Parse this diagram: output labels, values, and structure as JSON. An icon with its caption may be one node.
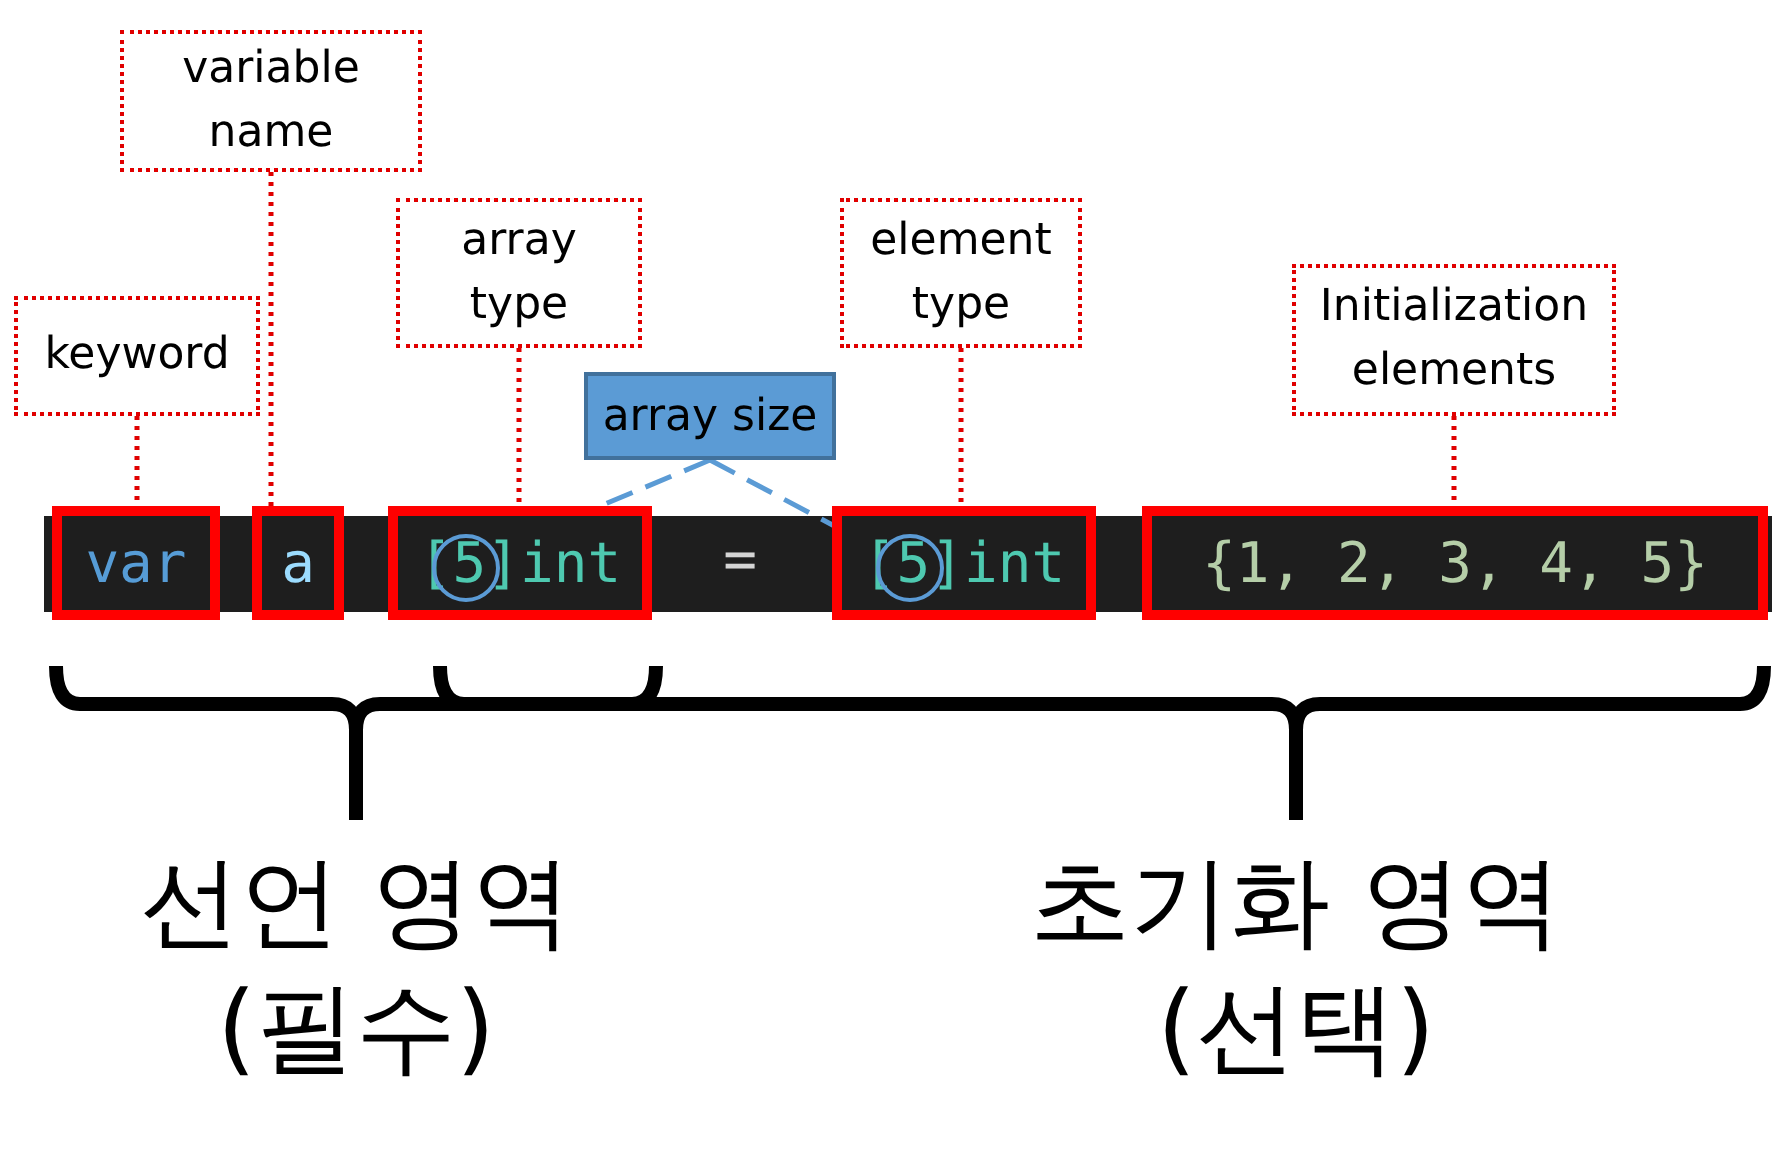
{
  "diagram": {
    "nodes": [
      {
        "text": [
          "keyword"
        ]
      },
      {
        "text": [
          "variable name"
        ]
      },
      {
        "text": [
          "array type"
        ]
      },
      {
        "text": [
          "element type"
        ]
      },
      {
        "text": [
          "Initialization elements"
        ]
      },
      {
        "text": [
          "array size"
        ]
      },
      {
        "text": [
          "var"
        ]
      },
      {
        "text": [
          "a"
        ]
      },
      {
        "text": [
          "[5]int"
        ]
      },
      {
        "text": [
          "[5]int"
        ]
      },
      {
        "text": [
          "{1, 2, 3, 4, 5}"
        ]
      },
      {
        "text": [],
        "shape": "circle",
        "in": 8
      },
      {
        "text": [],
        "shape": "circle",
        "in": 9
      }
    ],
    "edges": [
      {
        "from": 0,
        "to": 6,
        "arrow": "none"
      },
      {
        "from": 1,
        "to": 7,
        "arrow": "none"
      },
      {
        "from": 2,
        "to": 8,
        "arrow": "none"
      },
      {
        "from": 3,
        "to": 9,
        "arrow": "none"
      },
      {
        "from": 4,
        "to": 10,
        "arrow": "none"
      },
      {
        "from": 5,
        "to": 11,
        "arrow": "none",
        "style": "dashed",
        "color": "#5b9bd5"
      },
      {
        "from": 5,
        "to": 12,
        "arrow": "none",
        "style": "dashed",
        "color": "#5b9bd5"
      }
    ],
    "labels": [
      "=",
      "선언 영역 (필수)",
      "초기화 영역 (선택)"
    ]
  }
}
